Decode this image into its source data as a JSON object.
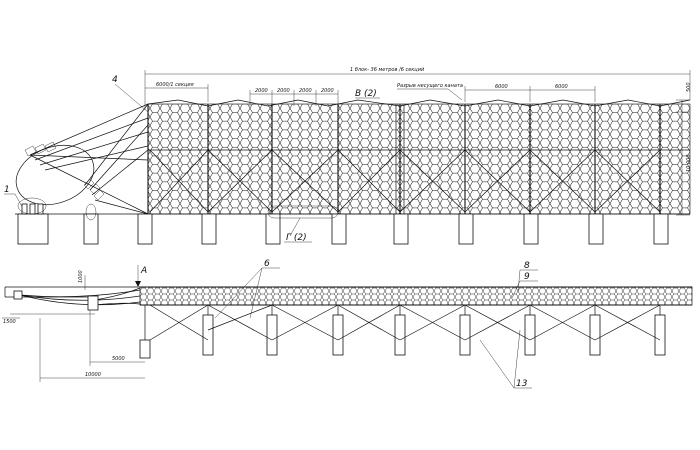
{
  "elevation": {
    "overall_dimension": "1 блок- 36 метров /6 секций",
    "section_dimension": "6000/1 секция",
    "dims_2000": [
      "2000",
      "2000",
      "2000",
      "2000"
    ],
    "net_note": "Разрыв несущего каната",
    "dims_6000": [
      "6000",
      "6000"
    ],
    "height_dimension": "10 000",
    "top_dimension": "500",
    "callout_b": "В (2)",
    "callout_g": "Г (2)",
    "label_1": "1",
    "label_4": "4"
  },
  "plan": {
    "callout_a": "А",
    "label_6": "6",
    "label_8": "8",
    "label_9": "9",
    "label_13": "13",
    "dim_1000": "1000",
    "dim_1500": "1500",
    "dim_5000": "5000",
    "dim_10000": "10000"
  }
}
